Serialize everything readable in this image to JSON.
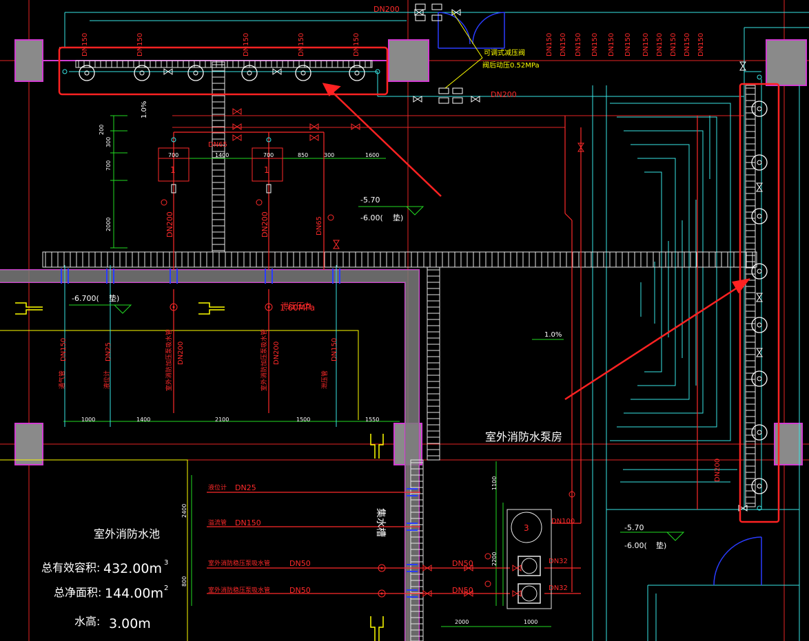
{
  "colors": {
    "background": "#000000",
    "red": "#ff2a2a",
    "cyan": "#38e6e6",
    "white": "#ffffff",
    "yellow": "#ffff00",
    "green": "#22dd22",
    "magenta": "#d23cd2",
    "blue": "#2a3cff",
    "column": "#8a8a8a",
    "highlight": "#ff2222"
  },
  "labels": {
    "dn200_top": "DN200",
    "dn200_mid": "DN200",
    "dn200_right": "DN200",
    "valve_note_1": "可调式减压阀",
    "valve_note_2": "阀后动压0.52MPa",
    "top_dn150": [
      "DN150",
      "DN150",
      "DN150",
      "DN150",
      "DN150"
    ],
    "right_dn150": [
      "DN150",
      "DN150",
      "DN150",
      "DN150",
      "DN150",
      "DN150",
      "DN150",
      "DN150",
      "DN150",
      "DN150",
      "DN150"
    ],
    "slope_top": "1.0%",
    "slope_mid": "1.0%",
    "dn65_top": "DN65",
    "dn65_mid": "DN65",
    "tank_left": "1",
    "tank_right": "1",
    "pump3": "3",
    "dn200_pipe_a": "DN200",
    "dn200_pipe_b": "DN200",
    "elev_a1": "-5.70",
    "elev_a2": "-6.00(",
    "elev_a3": "垫)",
    "elev_b1": "-6.700(",
    "elev_b2": "垫)",
    "elev_c1": "-5.70",
    "elev_c2": "-6.00(",
    "elev_c3": "垫)",
    "pressure_1": "泄压压力",
    "pressure_2": "1.60MPa",
    "room_name": "室外消防水泵房",
    "pool_name": "室外消防水池",
    "stat_volume_label": "总有效容积:",
    "stat_volume_value": "432.00m",
    "stat_volume_sup": "3",
    "stat_area_label": "总净面积:",
    "stat_area_value": "144.00m",
    "stat_area_sup": "2",
    "stat_height_label": "水高:",
    "stat_height_value": "3.00m",
    "sump_label": "集水槽",
    "pool_pipes": [
      {
        "name": "液位计",
        "dn": "DN25"
      },
      {
        "name": "溢流管",
        "dn": "DN150"
      },
      {
        "name": "室外消防稳压泵吸水管",
        "dn": "DN50"
      },
      {
        "name": "室外消防稳压泵吸水管",
        "dn": "DN50"
      }
    ],
    "vertical_pipes": [
      {
        "name": "通气管",
        "dn": "DN150"
      },
      {
        "name": "液位计",
        "dn": "DN25"
      },
      {
        "name": "室外消防加压泵吸水管",
        "dn": "DN200"
      },
      {
        "name": "室外消防加压泵吸水管",
        "dn": "DN200"
      },
      {
        "name": "泄压管",
        "dn": "DN150"
      }
    ],
    "pump_dn": [
      "DN50",
      "DN50"
    ],
    "pump_dn_right": [
      "DN100",
      "DN32",
      "DN32"
    ],
    "dims_top": [
      "700",
      "1400",
      "700",
      "850",
      "300",
      "1600"
    ],
    "dims_left_vertical": [
      "200",
      "300",
      "700",
      "2000"
    ],
    "dims_bottom": [
      "1000",
      "1400",
      "2100",
      "1500",
      "1550"
    ],
    "dims_lower": [
      "2400",
      "800",
      "1100",
      "2200",
      "2000",
      "1000"
    ]
  }
}
